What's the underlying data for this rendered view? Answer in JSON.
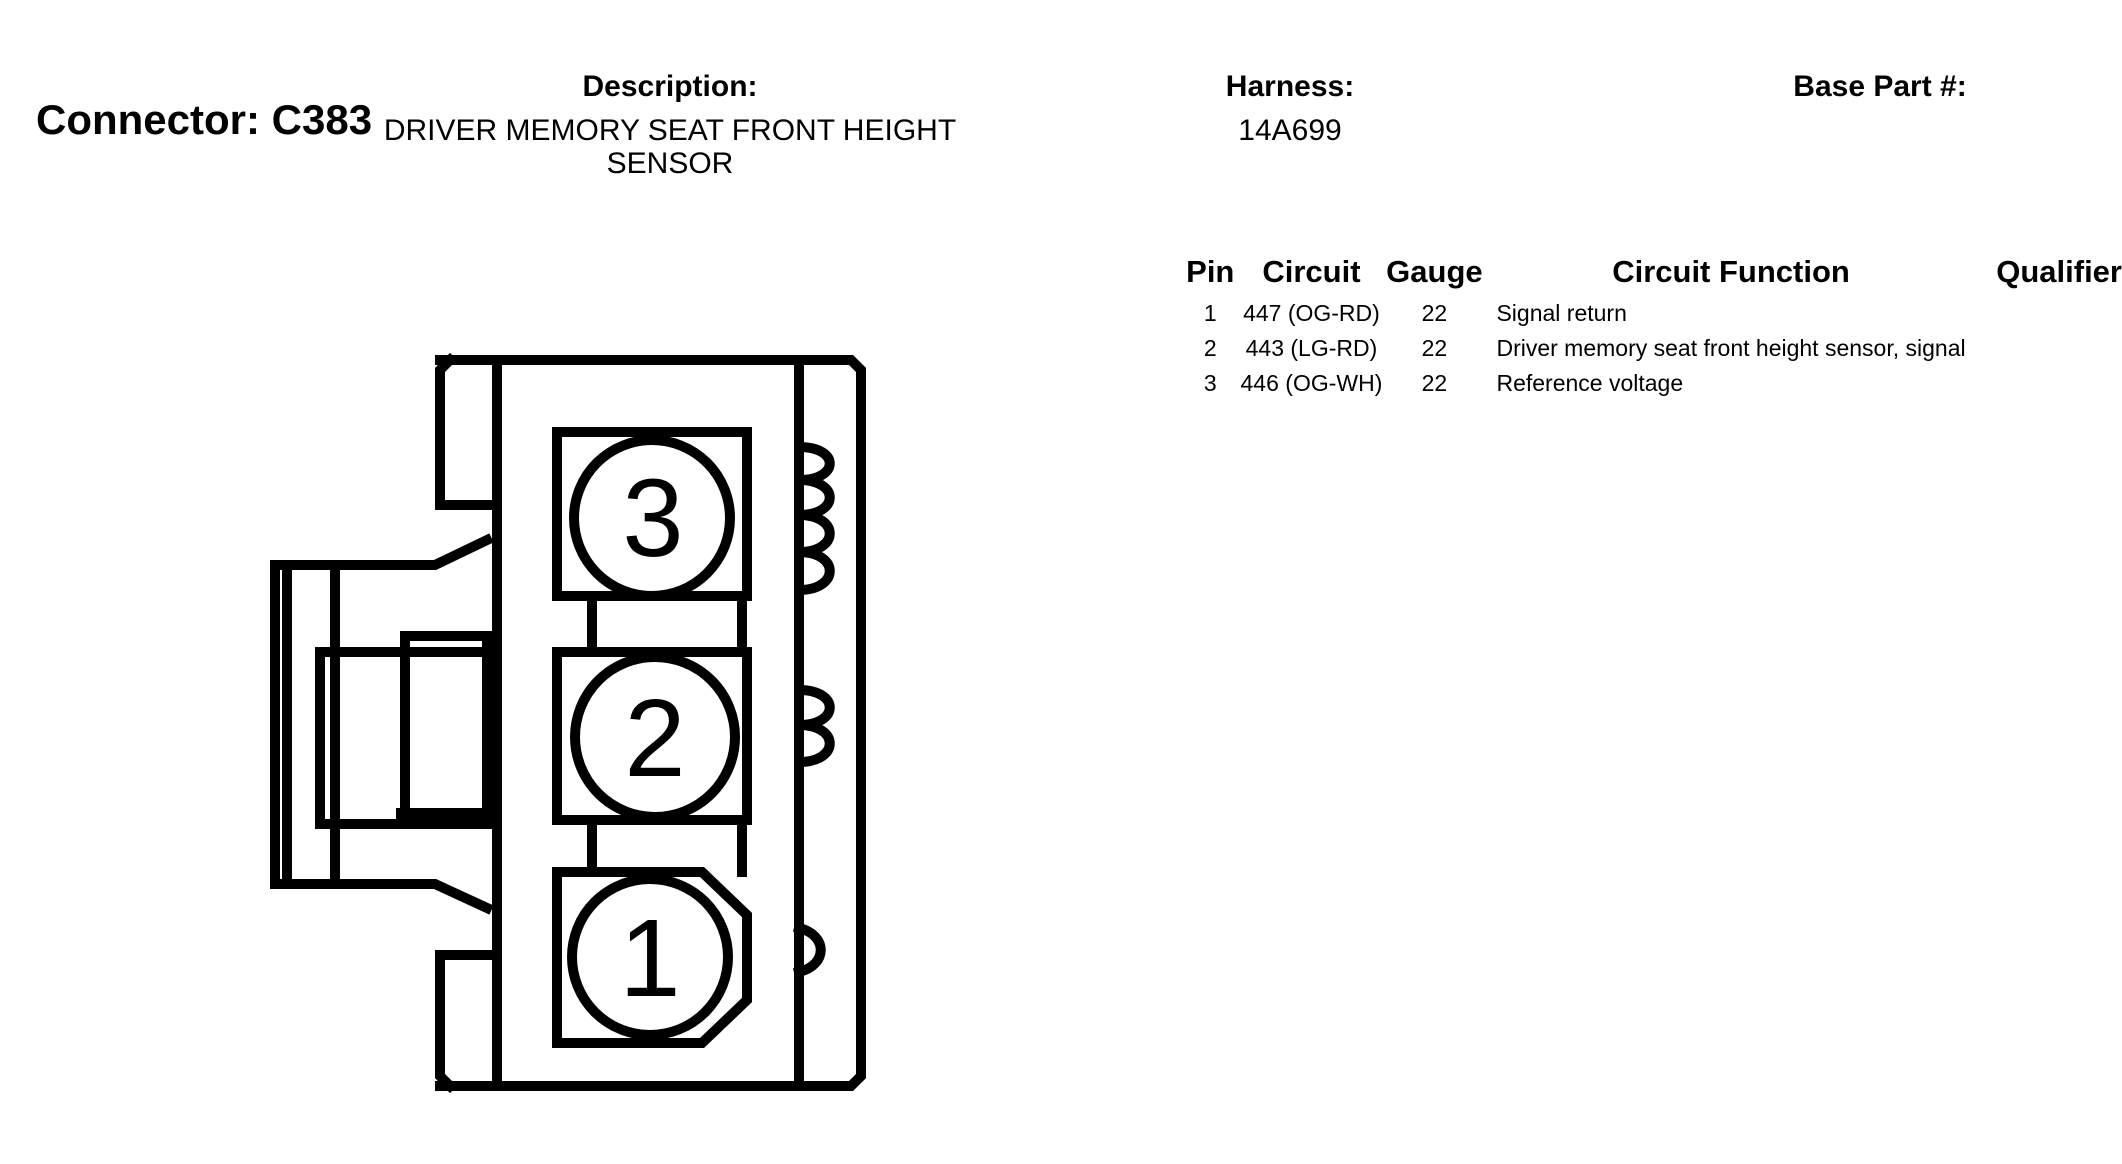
{
  "connector": {
    "label": "Connector: C383"
  },
  "description": {
    "heading": "Description:",
    "value": "DRIVER MEMORY SEAT FRONT HEIGHT SENSOR"
  },
  "harness": {
    "heading": "Harness:",
    "value": "14A699"
  },
  "base_part": {
    "heading": "Base Part #:",
    "value": ""
  },
  "table": {
    "headers": {
      "pin": "Pin",
      "circuit": "Circuit",
      "gauge": "Gauge",
      "function": "Circuit Function",
      "qualifier": "Qualifier"
    },
    "rows": [
      {
        "pin": "1",
        "circuit": "447 (OG-RD)",
        "gauge": "22",
        "function": "Signal return",
        "qualifier": ""
      },
      {
        "pin": "2",
        "circuit": "443 (LG-RD)",
        "gauge": "22",
        "function": "Driver memory seat front height sensor, signal",
        "qualifier": ""
      },
      {
        "pin": "3",
        "circuit": "446 (OG-WH)",
        "gauge": "22",
        "function": "Reference voltage",
        "qualifier": ""
      }
    ]
  },
  "diagram": {
    "pin_labels": [
      "3",
      "2",
      "1"
    ],
    "line_color": "#000000"
  }
}
